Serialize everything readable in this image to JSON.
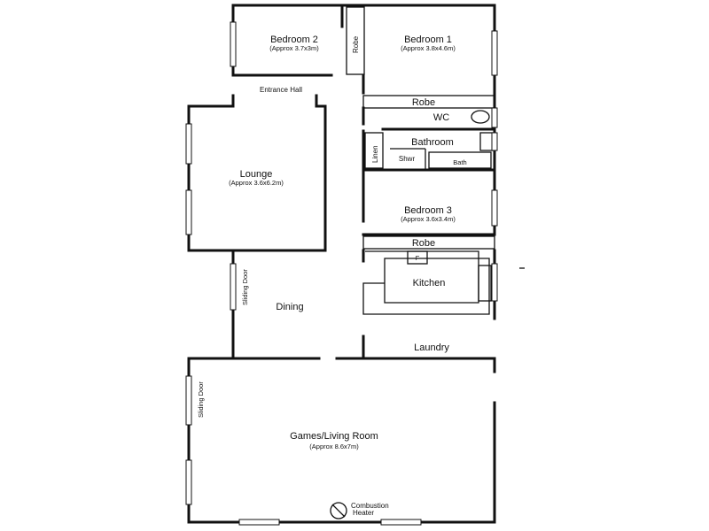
{
  "rooms": {
    "bedroom2": {
      "name": "Bedroom 2",
      "size": "(Approx 3.7x3m)"
    },
    "bedroom1": {
      "name": "Bedroom 1",
      "size": "(Approx 3.8x4.6m)"
    },
    "robe_top": "Robe",
    "entrance_hall": "Entrance Hall",
    "robe_mid": "Robe",
    "wc": "WC",
    "bathroom": "Bathroom",
    "linen": "Linen",
    "shower": "Shwr",
    "bath": "Bath",
    "lounge": {
      "name": "Lounge",
      "size": "(Approx 3.6x6.2m)"
    },
    "bedroom3": {
      "name": "Bedroom 3",
      "size": "(Approx 3.6x3.4m)"
    },
    "robe_lower": "Robe",
    "fridge": "F",
    "kitchen": "Kitchen",
    "dining": "Dining",
    "sliding_door_1": "Sliding Door",
    "laundry": "Laundry",
    "sliding_door_2": "Sliding Door",
    "games_living": {
      "name": "Games/Living Room",
      "size": "(Approx 8.6x7m)"
    },
    "heater": {
      "line1": "Combustion",
      "line2": "Heater"
    }
  }
}
